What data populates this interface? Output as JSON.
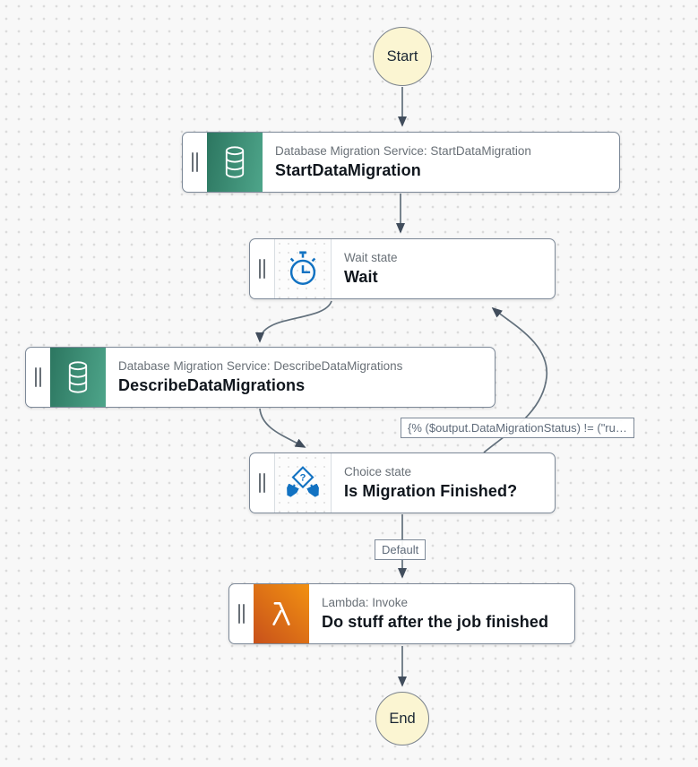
{
  "canvas": {
    "background_color": "#F8F8F8",
    "dot_color": "#DBDBDB"
  },
  "colors": {
    "node_border": "#7D8998",
    "edge": "#62707C",
    "arrowhead": "#414D5C",
    "terminal_fill": "#FBF5D2",
    "dms_icon_gradient": [
      "#2C7660",
      "#4EA58A"
    ],
    "lambda_icon_gradient": [
      "#C8511B",
      "#F29111"
    ],
    "flow_icon_blue": "#1272C2",
    "type_label_text": "#697077",
    "name_text": "#10161D",
    "edge_label_text": "#5F6B7A"
  },
  "terminals": {
    "start": "Start",
    "end": "End"
  },
  "nodes": [
    {
      "type_label": "Database Migration Service: StartDataMigration",
      "name": "StartDataMigration",
      "icon": "dms-database-icon"
    },
    {
      "type_label": "Wait state",
      "name": "Wait",
      "icon": "wait-stopwatch-icon"
    },
    {
      "type_label": "Database Migration Service: DescribeDataMigrations",
      "name": "DescribeDataMigrations",
      "icon": "dms-database-icon"
    },
    {
      "type_label": "Choice state",
      "name": "Is Migration Finished?",
      "icon": "choice-diamond-icon"
    },
    {
      "type_label": "Lambda: Invoke",
      "name": "Do stuff after the job finished",
      "icon": "lambda-icon"
    }
  ],
  "edge_labels": {
    "condition": "{% ($output.DataMigrationStatus) != (\"ru…",
    "default": "Default"
  },
  "icons": {
    "choice_question_mark": "?"
  }
}
